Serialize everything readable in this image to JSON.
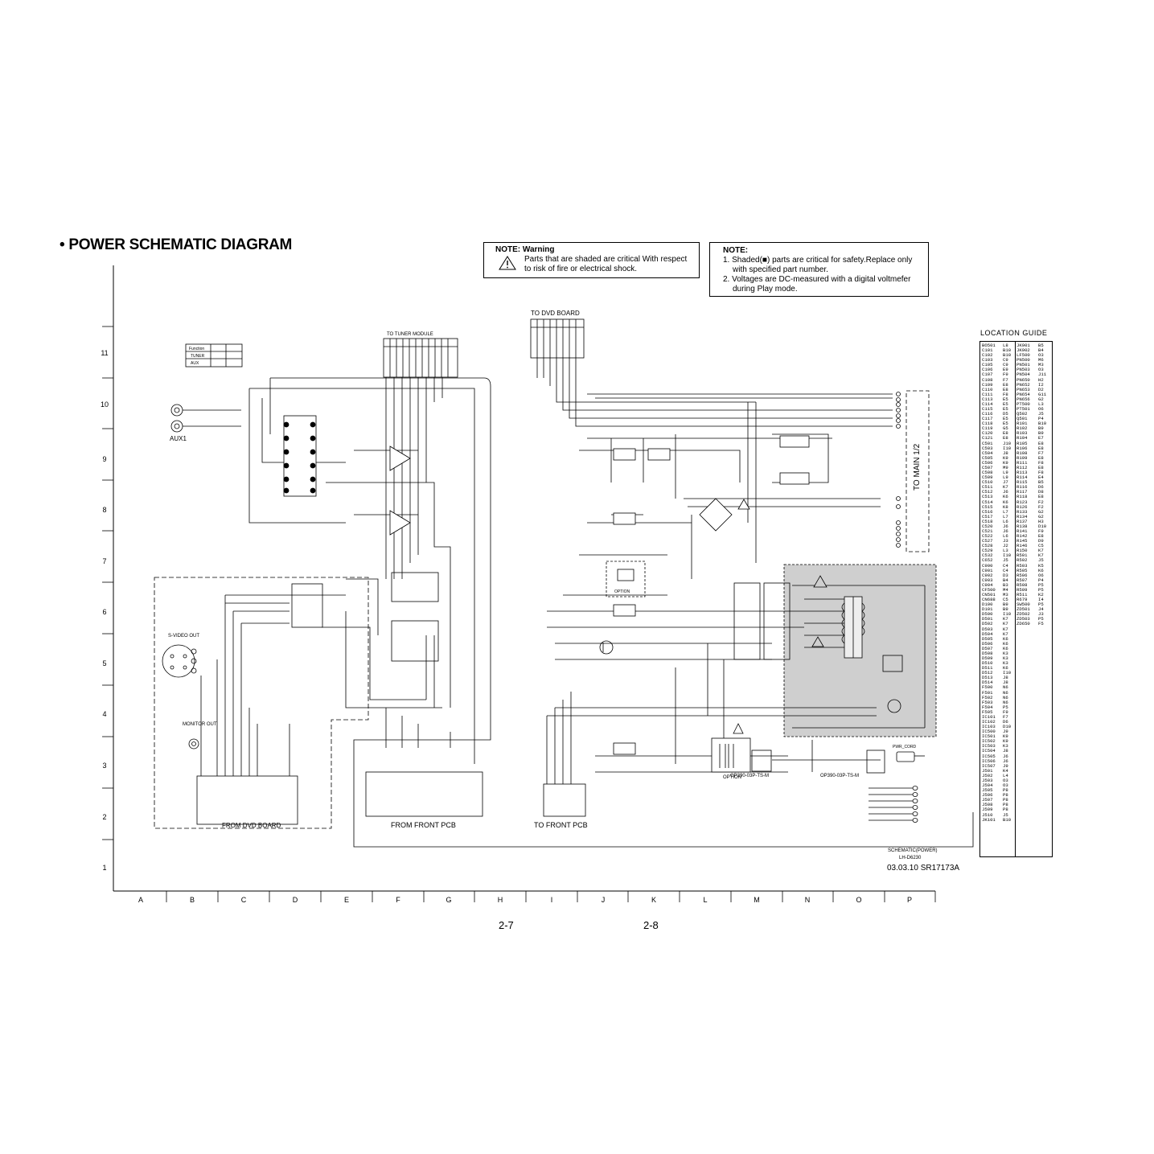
{
  "title": "• POWER SCHEMATIC DIAGRAM",
  "note_warning": {
    "heading": "NOTE: Warning",
    "line1": "Parts that are shaded are critical With respect",
    "line2": "to risk of fire or electrical shock."
  },
  "note_main": {
    "heading": "NOTE:",
    "line1": "1. Shaded(■) parts are critical for safety.Replace only",
    "line2": "with specified part number.",
    "line3": "2. Voltages are DC-measured with a digital voltmefer",
    "line4": "during Play mode."
  },
  "grid": {
    "columns": [
      "A",
      "B",
      "C",
      "D",
      "E",
      "F",
      "G",
      "H",
      "I",
      "J",
      "K",
      "L",
      "M",
      "N",
      "O",
      "P"
    ],
    "rows": [
      "1",
      "2",
      "3",
      "4",
      "5",
      "6",
      "7",
      "8",
      "9",
      "10",
      "11"
    ]
  },
  "labels": {
    "to_tuner_module": "TO TUNER MODULE",
    "to_dvd_board": "TO DVD BOARD",
    "to_main": "TO MAIN 1/2",
    "from_dvd_board": "FROM DVD BOARD",
    "from_front_pcb": "FROM FRONT PCB",
    "to_front_pcb": "TO FRONT PCB",
    "s_video_out": "S-VIDEO OUT",
    "monitor_out": "MONITOR OUT",
    "aux1": "AUX1",
    "option1": "OPTION",
    "option2": "OPTION",
    "pwr_cord": "PWR_CORD",
    "connector1": "OP390-03P-TS-M",
    "connector2": "OP390-03P-TS-M",
    "schematic_name": "SCHEMATIC(POWER)",
    "model": "LH-D6230",
    "table_tuner": "TUNER",
    "table_aux": "AUX",
    "table_function": "Function"
  },
  "location_guide": {
    "title": "LOCATION GUIDE",
    "col1": [
      [
        "BO501",
        "L8"
      ],
      [
        "C101",
        "B10"
      ],
      [
        "C102",
        "B10"
      ],
      [
        "C103",
        "C9"
      ],
      [
        "C105",
        "C9"
      ],
      [
        "C106",
        "E9"
      ],
      [
        "C107",
        "F9"
      ],
      [
        "C108",
        "F7"
      ],
      [
        "C109",
        "E8"
      ],
      [
        "C110",
        "E8"
      ],
      [
        "C111",
        "F8"
      ],
      [
        "C113",
        "E5"
      ],
      [
        "C114",
        "E5"
      ],
      [
        "C115",
        "E5"
      ],
      [
        "C116",
        "D5"
      ],
      [
        "C117",
        "E5"
      ],
      [
        "C118",
        "E5"
      ],
      [
        "C119",
        "G5"
      ],
      [
        "C120",
        "E8"
      ],
      [
        "C121",
        "E8"
      ],
      [
        "C501",
        "J10"
      ],
      [
        "C503",
        "I10"
      ],
      [
        "C504",
        "J8"
      ],
      [
        "C505",
        "K9"
      ],
      [
        "C506",
        "K9"
      ],
      [
        "C507",
        "M9"
      ],
      [
        "C508",
        "L9"
      ],
      [
        "C509",
        "L9"
      ],
      [
        "C510",
        "J7"
      ],
      [
        "C511",
        "K7"
      ],
      [
        "C512",
        "J6"
      ],
      [
        "C513",
        "K6"
      ],
      [
        "C514",
        "K6"
      ],
      [
        "C515",
        "K8"
      ],
      [
        "C516",
        "L7"
      ],
      [
        "C517",
        "L7"
      ],
      [
        "C518",
        "L6"
      ],
      [
        "C520",
        "J6"
      ],
      [
        "C521",
        "J6"
      ],
      [
        "C522",
        "L6"
      ],
      [
        "C527",
        "J3"
      ],
      [
        "C528",
        "J2"
      ],
      [
        "C529",
        "L3"
      ],
      [
        "C532",
        "I10"
      ],
      [
        "C652",
        "J5"
      ],
      [
        "C900",
        "C4"
      ],
      [
        "C901",
        "C4"
      ],
      [
        "C902",
        "D3"
      ],
      [
        "C903",
        "B4"
      ],
      [
        "C904",
        "B3"
      ],
      [
        "CF500",
        "M4"
      ],
      [
        "CN501",
        "M3"
      ],
      [
        "CN688",
        "C5"
      ],
      [
        "D100",
        "B9"
      ],
      [
        "D101",
        "B9"
      ],
      [
        "D500",
        "I10"
      ],
      [
        "D501",
        "K7"
      ],
      [
        "D502",
        "K7"
      ],
      [
        "D503",
        "K7"
      ],
      [
        "D504",
        "K7"
      ],
      [
        "D505",
        "K6"
      ],
      [
        "D506",
        "K6"
      ],
      [
        "D507",
        "K6"
      ],
      [
        "D508",
        "K3"
      ],
      [
        "D509",
        "K3"
      ],
      [
        "D510",
        "K3"
      ],
      [
        "D511",
        "K6"
      ],
      [
        "D512",
        "I10"
      ],
      [
        "D513",
        "J8"
      ],
      [
        "D514",
        "J8"
      ],
      [
        "F500",
        "N6"
      ],
      [
        "F501",
        "N6"
      ],
      [
        "F502",
        "N6"
      ],
      [
        "F503",
        "N6"
      ],
      [
        "F504",
        "P5"
      ],
      [
        "F505",
        "F9"
      ],
      [
        "IC101",
        "F7"
      ],
      [
        "IC102",
        "D6"
      ],
      [
        "IC103",
        "D10"
      ],
      [
        "IC500",
        "J9"
      ],
      [
        "IC501",
        "K9"
      ],
      [
        "IC502",
        "K9"
      ],
      [
        "IC503",
        "K3"
      ],
      [
        "IC504",
        "J8"
      ],
      [
        "IC505",
        "J6"
      ],
      [
        "IC506",
        "J6"
      ],
      [
        "IC507",
        "J9"
      ],
      [
        "J501",
        "K4"
      ],
      [
        "J502",
        "L4"
      ],
      [
        "J503",
        "O3"
      ],
      [
        "J504",
        "O3"
      ],
      [
        "J505",
        "P8"
      ],
      [
        "J506",
        "P8"
      ],
      [
        "J507",
        "P8"
      ],
      [
        "J508",
        "P8"
      ],
      [
        "J509",
        "P8"
      ],
      [
        "J510",
        "J5"
      ],
      [
        "JK101",
        "B10"
      ]
    ],
    "col2": [
      [
        "JK901",
        "B5"
      ],
      [
        "JK902",
        "B4"
      ],
      [
        "LF500",
        "O3"
      ],
      [
        "PN500",
        "M6"
      ],
      [
        "PN501",
        "M3"
      ],
      [
        "PN503",
        "O3"
      ],
      [
        "PN504",
        "J11"
      ],
      [
        "PN650",
        "H2"
      ],
      [
        "PN652",
        "I2"
      ],
      [
        "PN653",
        "D2"
      ],
      [
        "PN654",
        "G11"
      ],
      [
        "PN656",
        "G2"
      ],
      [
        "PT500",
        "L3"
      ],
      [
        "PT501",
        "O6"
      ],
      [
        "Q502",
        "J5"
      ],
      [
        "Q501",
        "P4"
      ],
      [
        "R101",
        "B10"
      ],
      [
        "R102",
        "B9"
      ],
      [
        "R103",
        "B9"
      ],
      [
        "R104",
        "E7"
      ],
      [
        "R105",
        "E8"
      ],
      [
        "R106",
        "E8"
      ],
      [
        "R108",
        "F7"
      ],
      [
        "R109",
        "E8"
      ],
      [
        "R111",
        "F8"
      ],
      [
        "R112",
        "E8"
      ],
      [
        "R113",
        "F8"
      ],
      [
        "R114",
        "E4"
      ],
      [
        "R115",
        "B5"
      ],
      [
        "R116",
        "D6"
      ],
      [
        "R117",
        "D8"
      ],
      [
        "R118",
        "E8"
      ],
      [
        "R123",
        "F2"
      ],
      [
        "R126",
        "F2"
      ],
      [
        "R133",
        "G2"
      ],
      [
        "R134",
        "G2"
      ],
      [
        "R137",
        "H3"
      ],
      [
        "R138",
        "D10"
      ],
      [
        "R141",
        "F9"
      ],
      [
        "R142",
        "E8"
      ],
      [
        "R145",
        "D9"
      ],
      [
        "R146",
        "C5"
      ],
      [
        "R150",
        "K7"
      ],
      [
        "R501",
        "K7"
      ],
      [
        "R502",
        "J5"
      ],
      [
        "R503",
        "K5"
      ],
      [
        "R505",
        "K6"
      ],
      [
        "R506",
        "O6"
      ],
      [
        "R507",
        "P4"
      ],
      [
        "R508",
        "P5"
      ],
      [
        "R509",
        "P5"
      ],
      [
        "R511",
        "K2"
      ],
      [
        "R679",
        "I4"
      ],
      [
        "SW500",
        "P5"
      ],
      [
        "ZD501",
        "J4"
      ],
      [
        "ZD502",
        "J3"
      ],
      [
        "ZD503",
        "P5"
      ],
      [
        "ZD650",
        "F5"
      ]
    ]
  },
  "footer": {
    "date_code": "03.03.10  SR17173A",
    "page_left": "2-7",
    "page_right": "2-8"
  }
}
